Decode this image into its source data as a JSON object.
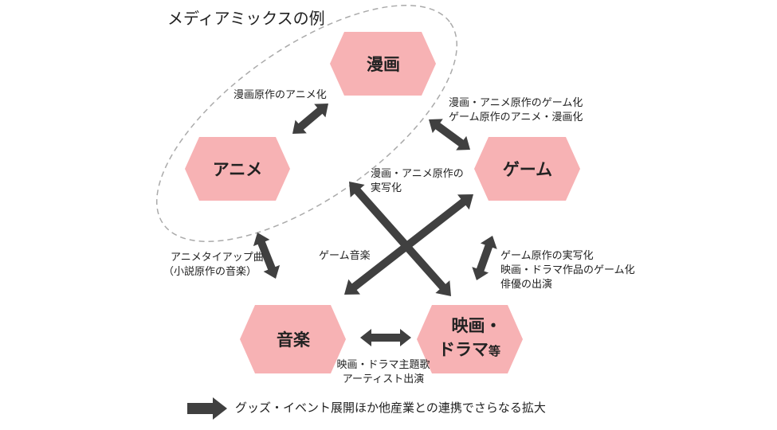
{
  "title": "メディアミックスの例",
  "colors": {
    "node_fill": "#f7b2b4",
    "arrow": "#404040",
    "dashed_outline": "#aaaaaa",
    "text": "#222222"
  },
  "nodes": {
    "manga": {
      "label": "漫画"
    },
    "anime": {
      "label": "アニメ"
    },
    "game": {
      "label": "ゲーム"
    },
    "music": {
      "label": "音楽"
    },
    "film": {
      "label_line1": "映画・",
      "label_line2": "ドラマ",
      "label_suffix": "等"
    }
  },
  "labels": {
    "manga_anime": "漫画原作のアニメ化",
    "manga_game_1": "漫画・アニメ原作のゲーム化",
    "manga_game_2": "ゲーム原作のアニメ・漫画化",
    "live_action_1": "漫画・アニメ原作の",
    "live_action_2": "実写化",
    "anime_music_1": "アニメタイアップ曲",
    "anime_music_2": "（小説原作の音楽）",
    "game_music": "ゲーム音楽",
    "game_film_1": "ゲーム原作の実写化",
    "game_film_2": "映画・ドラマ作品のゲーム化",
    "game_film_3": "俳優の出演",
    "music_film_1": "映画・ドラマ主題歌",
    "music_film_2": "アーティスト出演"
  },
  "legend": {
    "label": "グッズ・イベント展開ほか他産業との連携でさらなる拡大"
  }
}
